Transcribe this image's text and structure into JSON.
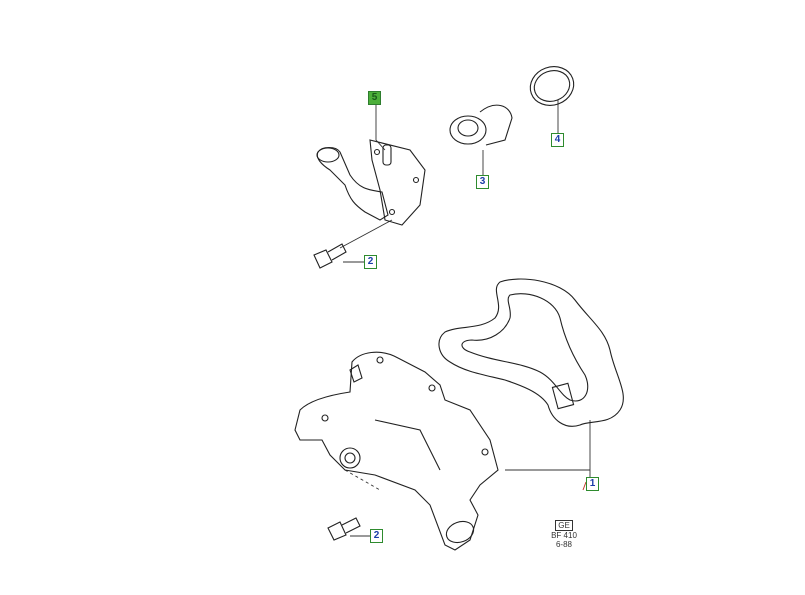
{
  "callouts": [
    {
      "id": "5",
      "selected": true
    },
    {
      "id": "4",
      "selected": false
    },
    {
      "id": "3",
      "selected": false
    },
    {
      "id": "2",
      "selected": false
    },
    {
      "id": "1",
      "selected": false
    },
    {
      "id": "2",
      "selected": false
    }
  ],
  "drawing_code": {
    "line1": "GE",
    "line2": "BF 410",
    "line3": "6-88"
  },
  "colors": {
    "callout_border": "#2e8b2e",
    "callout_text": "#1a3ca8",
    "selected_fill": "#4caf3a"
  }
}
